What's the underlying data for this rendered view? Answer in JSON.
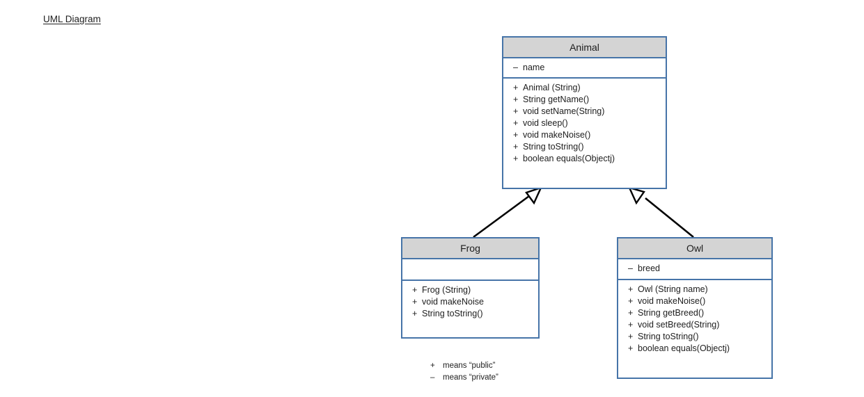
{
  "page": {
    "title": "UML Diagram",
    "background_color": "#ffffff"
  },
  "style": {
    "border_color": "#4674a8",
    "header_fill": "#d4d4d4",
    "body_fill": "#ffffff",
    "text_color": "#1d1d1d",
    "relation_color": "#000000"
  },
  "classes": [
    {
      "id": "animal",
      "name": "Animal",
      "attributes": [
        {
          "visibility": "–",
          "member": "name"
        }
      ],
      "methods": [
        {
          "visibility": "+",
          "member": "Animal (String)"
        },
        {
          "visibility": "+",
          "member": "String getName()"
        },
        {
          "visibility": "+",
          "member": "void setName(String)"
        },
        {
          "visibility": "+",
          "member": "void sleep()"
        },
        {
          "visibility": "+",
          "member": "void makeNoise()"
        },
        {
          "visibility": "+",
          "member": "String toString()"
        },
        {
          "visibility": "+",
          "member": "boolean equals(Objectj)"
        }
      ]
    },
    {
      "id": "frog",
      "name": "Frog",
      "attributes": [],
      "methods": [
        {
          "visibility": "+",
          "member": "Frog (String)"
        },
        {
          "visibility": "+",
          "member": "void makeNoise"
        },
        {
          "visibility": "+",
          "member": "String toString()"
        }
      ]
    },
    {
      "id": "owl",
      "name": "Owl",
      "attributes": [
        {
          "visibility": "–",
          "member": "breed"
        }
      ],
      "methods": [
        {
          "visibility": "+",
          "member": "Owl (String name)"
        },
        {
          "visibility": "+",
          "member": "void makeNoise()"
        },
        {
          "visibility": "+",
          "member": "String getBreed()"
        },
        {
          "visibility": "+",
          "member": "void setBreed(String)"
        },
        {
          "visibility": "+",
          "member": "String toString()"
        },
        {
          "visibility": "+",
          "member": "boolean equals(Objectj)"
        }
      ]
    }
  ],
  "relations": [
    {
      "type": "generalization",
      "from": "frog",
      "to": "animal"
    },
    {
      "type": "generalization",
      "from": "owl",
      "to": "animal"
    }
  ],
  "legend": [
    {
      "symbol": "+",
      "text": "means “public”"
    },
    {
      "symbol": "–",
      "text": "means “private”"
    }
  ]
}
